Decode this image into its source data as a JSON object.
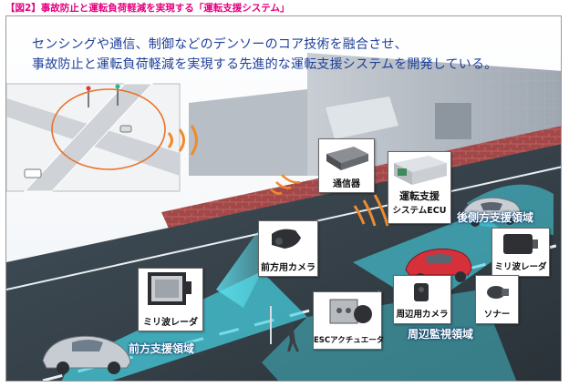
{
  "figure_title": "【図2】事故防止と運転負荷軽減を実現する「運転支援システム」",
  "headline": [
    "センシングや通信、制御などのデンソーのコア技術を融合させ、",
    "事故防止と運転負荷軽減を実現する先進的な運転支援システムを開発している。"
  ],
  "components": {
    "comm": "通信器",
    "ecu_line1": "運転支援",
    "ecu_line2": "システムECU",
    "front_camera": "前方用カメラ",
    "front_radar": "ミリ波レーダ",
    "rear_radar": "ミリ波レーダ",
    "surround_camera": "周辺用カメラ",
    "sonar": "ソナー",
    "esc": "ESCアクチュエータ"
  },
  "regions": {
    "rear_side": "後側方支援領域",
    "front": "前方支援領域",
    "surround": "周辺監視領域"
  },
  "colors": {
    "title_pink": "#e5007f",
    "headline_blue": "#1f3f99",
    "sensing_cyan": "#46d6e6",
    "signal_orange": "#f08a2c",
    "brick_red": "#a34848"
  }
}
